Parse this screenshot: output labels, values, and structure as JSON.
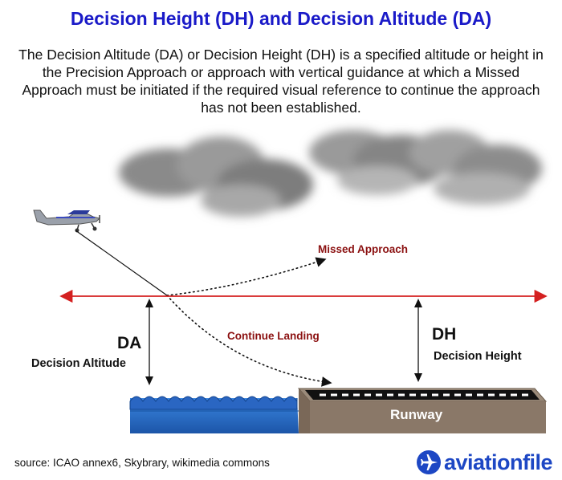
{
  "title": "Decision Height (DH) and Decision Altitude (DA)",
  "intro": "The Decision Altitude (DA) or Decision Height (DH) is a specified altitude or height in the Precision Approach or approach with vertical guidance at which a Missed Approach must be initiated if the required visual reference to continue the approach has not been established.",
  "labels": {
    "missed_approach": "Missed Approach",
    "continue_landing": "Continue Landing",
    "da_abbr": "DA",
    "da_full": "Decision Altitude",
    "dh_abbr": "DH",
    "dh_full": "Decision Height",
    "runway": "Runway"
  },
  "source": "source: ICAO annex6, Skybrary, wikimedia commons",
  "brand": {
    "name": "aviationfile",
    "icon": "airplane-icon"
  },
  "colors": {
    "title": "#1a1ac8",
    "path_label": "#8b1010",
    "decision_line": "#d42020",
    "water": "#2b6fc9",
    "runway_top": "#9a8a7a",
    "runway_side": "#8a7868",
    "brand": "#1d47c4"
  }
}
